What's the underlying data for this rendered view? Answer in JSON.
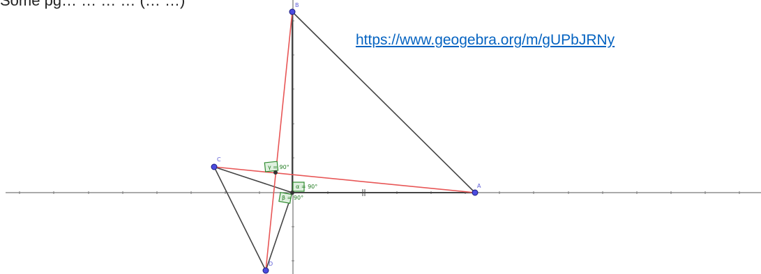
{
  "caption": {
    "text": "Some pg…   …  …  … (…  …)"
  },
  "link": {
    "text": "https://www.geogebra.org/m/gUPbJRNy"
  },
  "colors": {
    "black_segment": "#444444",
    "red_segment": "#e85656",
    "axis": "#555555",
    "point_fill": "#4c4ce0",
    "point_stroke": "#1a1a7a",
    "angle_box": "#2e8b2e",
    "link": "#0563c1"
  },
  "points": [
    {
      "name": "A"
    },
    {
      "name": "B"
    },
    {
      "name": "C"
    },
    {
      "name": "D"
    }
  ],
  "angles": [
    {
      "label": "γ = 90°"
    },
    {
      "label": "α = 90°"
    },
    {
      "label": "β = 90°"
    }
  ]
}
